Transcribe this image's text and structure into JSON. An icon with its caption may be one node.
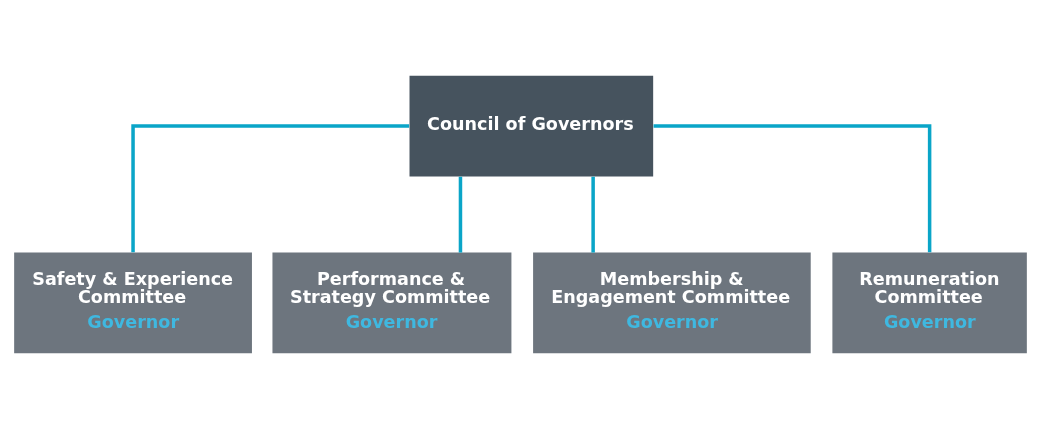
{
  "diagram": {
    "nodes": [
      {
        "text": [
          "Council of Governors"
        ]
      },
      {
        "text": [
          "Safety & Experience Committee",
          "Governor"
        ]
      },
      {
        "text": [
          "Performance & Strategy Committee",
          "Governor"
        ]
      },
      {
        "text": [
          "Membership & Engagement Committee",
          "Governor"
        ]
      },
      {
        "text": [
          "Remuneration Committee",
          "Governor"
        ]
      }
    ],
    "edges": [
      {
        "from": 0,
        "to": 1,
        "arrow": "none"
      },
      {
        "from": 0,
        "to": 2,
        "arrow": "none"
      },
      {
        "from": 0,
        "to": 3,
        "arrow": "none"
      },
      {
        "from": 0,
        "to": 4,
        "arrow": "none"
      }
    ]
  }
}
